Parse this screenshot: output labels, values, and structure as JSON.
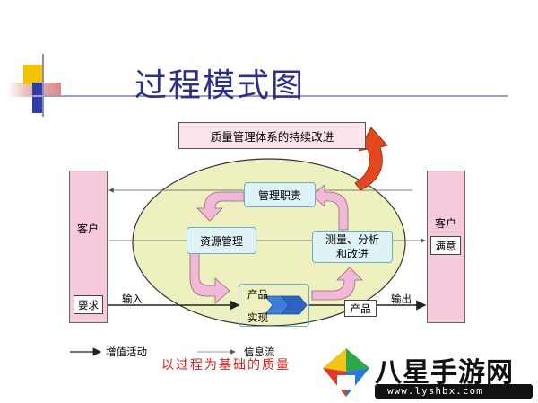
{
  "title": "过程模式图",
  "improvement_box": "质量管理体系的持续改进",
  "left_column": {
    "label": "客户",
    "requirement": "要求"
  },
  "right_column": {
    "label": "客户",
    "satisfaction": "满意"
  },
  "nodes": {
    "management": "管理职责",
    "resource": "资源管理",
    "measurement_line1": "测量、分析",
    "measurement_line2": "和改进",
    "product_line1": "产品",
    "product_line2": "实现"
  },
  "flow_labels": {
    "input": "输入",
    "output": "输出",
    "product": "产品"
  },
  "legend": {
    "value_activity": "增值活动",
    "info_flow": "信息流"
  },
  "caption": "以过程为基础的质量",
  "watermark": {
    "brand": "八星手游网",
    "url": "www.lyshbx.com"
  },
  "colors": {
    "title": "#2b2f8a",
    "ellipse": "#eef0c0",
    "pink": "#f6c9dc",
    "node": "#dff2f6",
    "caption": "#e0201a"
  }
}
